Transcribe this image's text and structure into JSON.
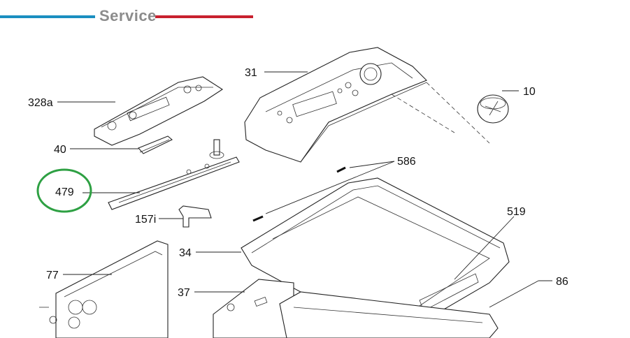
{
  "header": {
    "title": "Service",
    "accent_left_color": "#1a8fc0",
    "accent_right_color": "#c8202e"
  },
  "callouts": {
    "p31": "31",
    "p10": "10",
    "p328a": "328a",
    "p40": "40",
    "p586": "586",
    "p479": "479",
    "p157i": "157i",
    "p519": "519",
    "p34": "34",
    "p77": "77",
    "p86": "86",
    "p37": "37"
  },
  "highlight": {
    "part": "479",
    "circle_color": "#2ea043"
  }
}
